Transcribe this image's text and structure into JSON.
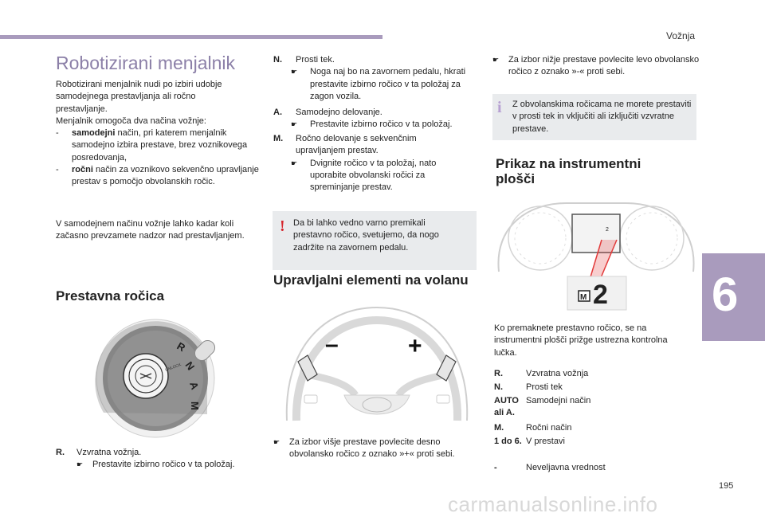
{
  "header": {
    "section": "Vožnja"
  },
  "chapter": {
    "number": "6"
  },
  "page": {
    "number": "195",
    "watermark": "carmanualsonline.info"
  },
  "col1": {
    "title": "Robotizirani menjalnik",
    "intro_lines": [
      "Robotizirani menjalnik nudi po izbiri udobje",
      "samodejnega prestavljanja ali ročno",
      "prestavljanje.",
      "Menjalnik omogoča dva načina vožnje:"
    ],
    "mode1_dash": "-",
    "mode1_bold": "samodejni",
    "mode1_rest": " način, pri katerem menjalnik samodejno izbira prestave, brez voznikovega posredovanja,",
    "mode2_dash": "-",
    "mode2_bold": "ročni",
    "mode2_rest": " način za voznikovo sekvenčno upravljanje prestav s pomočjo obvolanskih ročic.",
    "para2": "V samodejnem načinu vožnje lahko kadar koli začasno prevzamete nadzor nad prestavljanjem.",
    "subtitle": "Prestavna ročica",
    "lever_letters": [
      "R",
      "N",
      "A",
      "M"
    ],
    "lever_button": "UNLOCK",
    "r_label": "R.",
    "r_text": "Vzvratna vožnja.",
    "r_sub": "Prestavite izbirno ročico v ta položaj."
  },
  "col2": {
    "n_label": "N.",
    "n_text": "Prosti tek.",
    "n_sub": "Noga naj bo na zavornem pedalu, hkrati prestavite izbirno ročico v ta položaj za zagon vozila.",
    "a_label": "A.",
    "a_text": "Samodejno delovanje.",
    "a_sub": "Prestavite izbirno ročico v ta položaj.",
    "m_label": "M.",
    "m_text": "Ročno delovanje s sekvenčnim upravljanjem prestav.",
    "m_sub": "Dvignite ročico v ta položaj, nato uporabite obvolanski ročici za spreminjanje prestav.",
    "warning": "Da bi lahko vedno varno premikali prestavno ročico, svetujemo, da nogo zadržite na zavornem pedalu.",
    "subtitle": "Upravljalni elementi na volanu",
    "paddle_minus": "–",
    "paddle_plus": "+",
    "bottom": "Za izbor višje prestave povlecite desno obvolansko ročico z oznako »+« proti sebi."
  },
  "col3": {
    "top": "Za izbor nižje prestave povlecite levo obvolansko ročico z oznako »-« proti sebi.",
    "info": "Z obvolanskima ročicama ne morete prestaviti v prosti tek in vključiti ali izključiti vzvratne prestave.",
    "subtitle": "Prikaz na instrumentni plošči",
    "display_mode": "M",
    "display_gear": "2",
    "intro": "Ko premaknete prestavno ročico, se na instrumentni plošči prižge ustrezna kontrolna lučka.",
    "legend": [
      {
        "label": "R.",
        "text": "Vzvratna vožnja"
      },
      {
        "label": "N.",
        "text": "Prosti tek"
      },
      {
        "label": "AUTO ali A.",
        "text": "Samodejni način"
      },
      {
        "label": "M.",
        "text": "Ročni način"
      },
      {
        "label": "1 do 6.",
        "text": "V prestavi"
      },
      {
        "label": "-",
        "text": "Neveljavna vrednost"
      }
    ]
  },
  "icons": {
    "bullet": "pointer-icon",
    "warning": "exclamation-icon",
    "info": "info-icon"
  },
  "colors": {
    "accent": "#a99bbd",
    "title": "#8c80a8",
    "warning": "#d6262d",
    "note_bg": "#e9ebed"
  }
}
